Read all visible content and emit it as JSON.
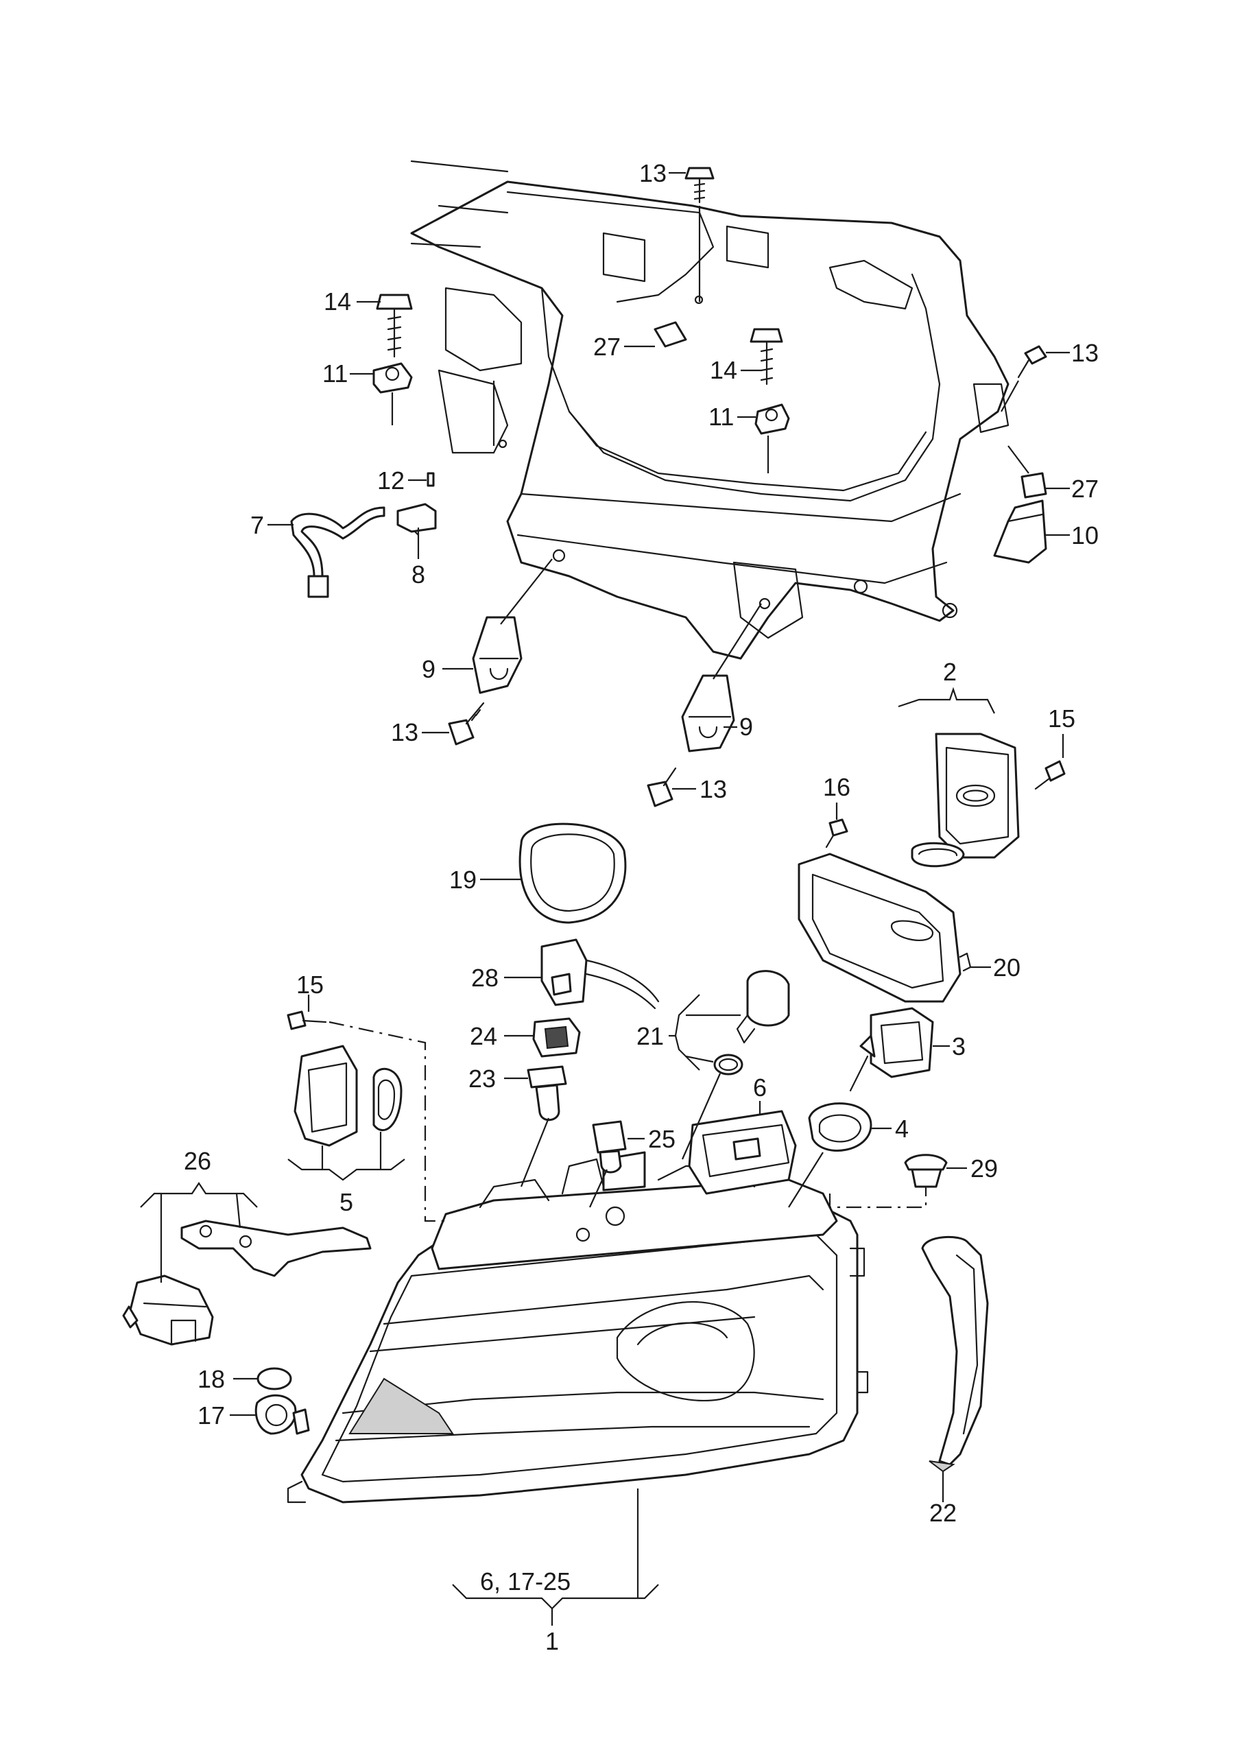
{
  "diagram": {
    "callouts": {
      "c1": "1",
      "c1_sub": "6, 17-25",
      "c2": "2",
      "c3": "3",
      "c4": "4",
      "c5": "5",
      "c6": "6",
      "c7": "7",
      "c8": "8",
      "c9a": "9",
      "c9b": "9",
      "c10": "10",
      "c11a": "11",
      "c11b": "11",
      "c12": "12",
      "c13a": "13",
      "c13b": "13",
      "c13c": "13",
      "c13d": "13",
      "c14a": "14",
      "c14b": "14",
      "c15a": "15",
      "c15b": "15",
      "c16": "16",
      "c17": "17",
      "c18": "18",
      "c19": "19",
      "c20": "20",
      "c21": "21",
      "c22": "22",
      "c23": "23",
      "c24": "24",
      "c25": "25",
      "c26": "26",
      "c27a": "27",
      "c27b": "27",
      "c28": "28",
      "c29": "29"
    }
  }
}
